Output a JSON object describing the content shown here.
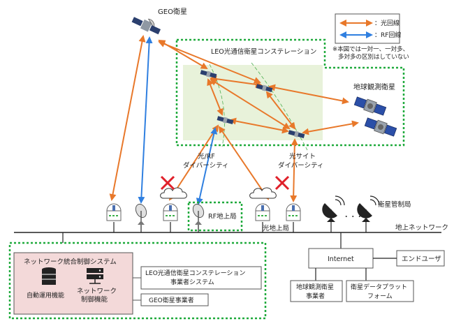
{
  "legend": {
    "optical": "：光回線",
    "rf": "：RF回線",
    "note_line1": "※本図では一対一、一対多、",
    "note_line2": "多対多の区別はしていない",
    "optical_color": "#e8782a",
    "rf_color": "#2f7fe0"
  },
  "geo_satellite": "GEO衛星",
  "leo_constellation": "LEO光通信衛星コンステレーション",
  "earth_observation_satellite": "地球観測衛星",
  "optical_rf_diversity": [
    "光/RF",
    "ダイバーシティ"
  ],
  "optical_site_diversity": [
    "光サイト",
    "ダイバーシティ"
  ],
  "rf_ground_station": "RF地上局",
  "optical_ground_station": "光地上局",
  "satellite_control_station": "衛星管制局",
  "ground_network": "地上ネットワーク",
  "ellipsis": "・・・",
  "network_system": {
    "title": "ネットワーク統合制御システム",
    "auto_ops": "自動運用機能",
    "network_control": [
      "ネットワーク",
      "制御機能"
    ]
  },
  "leo_operator_system": [
    "LEO光通信衛星コンステレーション",
    "事業者システム"
  ],
  "geo_operator": "GEO衛星事業者",
  "internet": "Internet",
  "end_user": "エンドユーザ",
  "earth_obs_operator": [
    "地球観測衛星",
    "事業者"
  ],
  "data_platform": [
    "衛星データプラット",
    "フォーム"
  ],
  "colors": {
    "green_dotted": "#1faa3c",
    "leo_box_fill": "#e8f2da",
    "system_fill": "#f3d9d9",
    "cross": "#e0202a"
  }
}
